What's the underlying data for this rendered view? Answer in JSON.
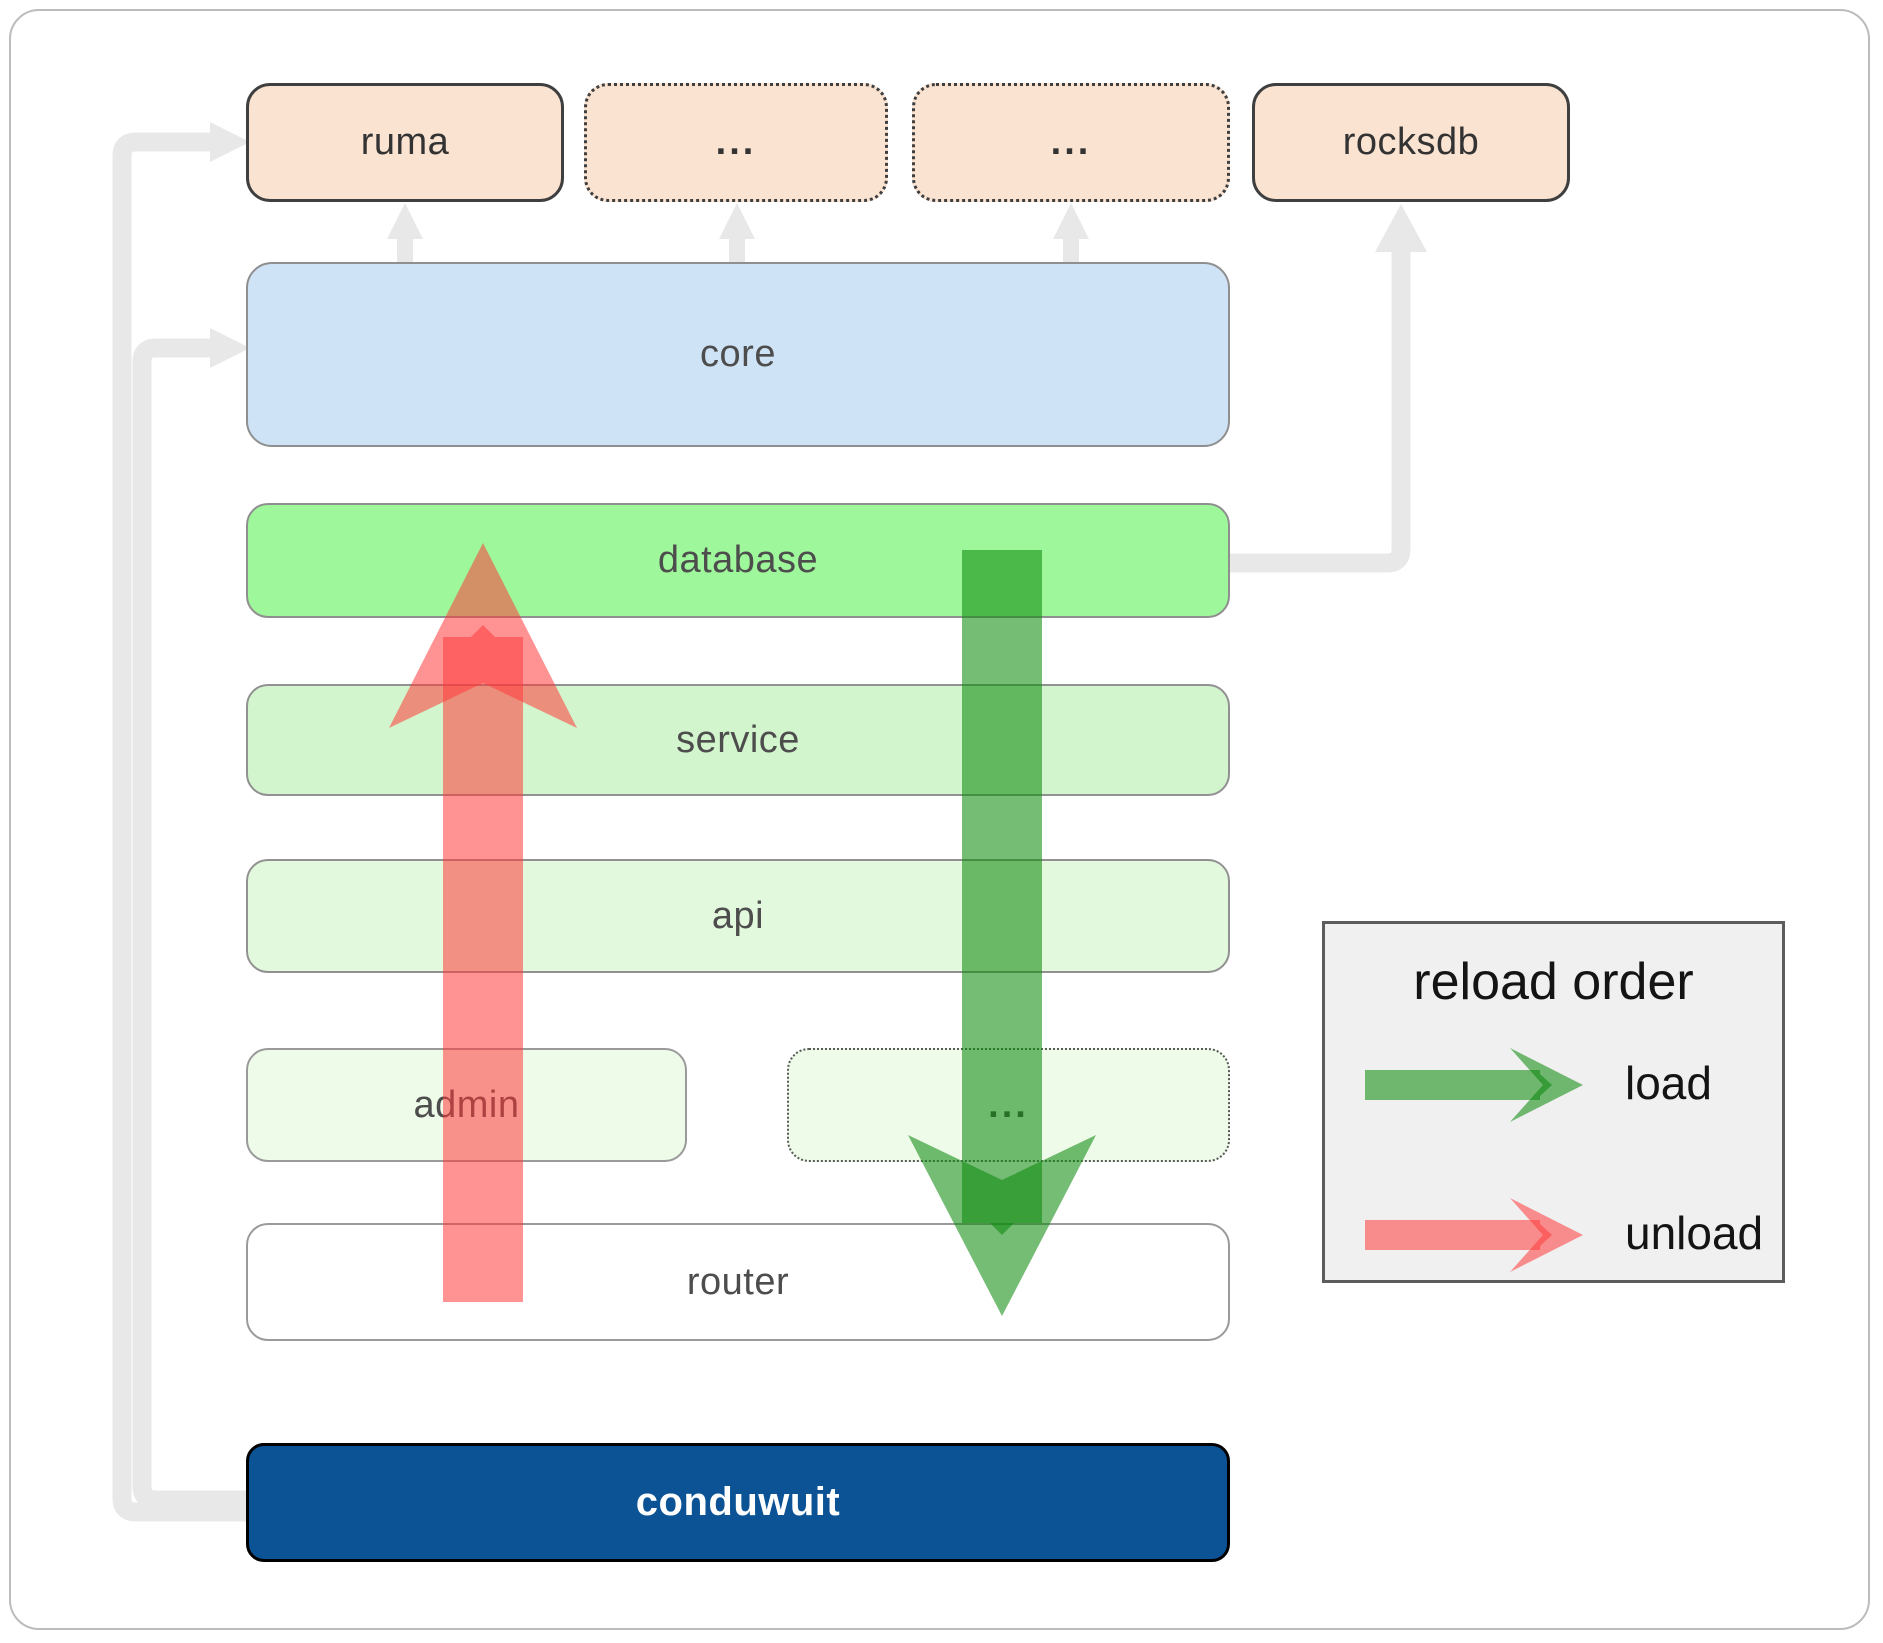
{
  "nodes": {
    "ruma": "ruma",
    "ellipsis1": "...",
    "ellipsis2": "...",
    "rocksdb": "rocksdb",
    "core": "core",
    "database": "database",
    "service": "service",
    "api": "api",
    "admin": "admin",
    "ellipsis3": "...",
    "router": "router",
    "conduwuit": "conduwuit"
  },
  "legend": {
    "title": "reload order",
    "load_label": "load",
    "unload_label": "unload"
  },
  "colors": {
    "load_arrow_green": "#0d8a0d",
    "unload_arrow_red": "#ff3b3b",
    "connector_gray": "#e8e8e8",
    "conduwuit_bg": "#0b5394",
    "core_bg": "#cfe3f6",
    "database_bg": "#9ef79a",
    "service_bg": "#d2f5cd",
    "api_bg": "#e3f9de",
    "admin_bg": "#eefbe9",
    "external_bg": "#fbe3d2",
    "legend_bg": "#f0f0f0"
  }
}
